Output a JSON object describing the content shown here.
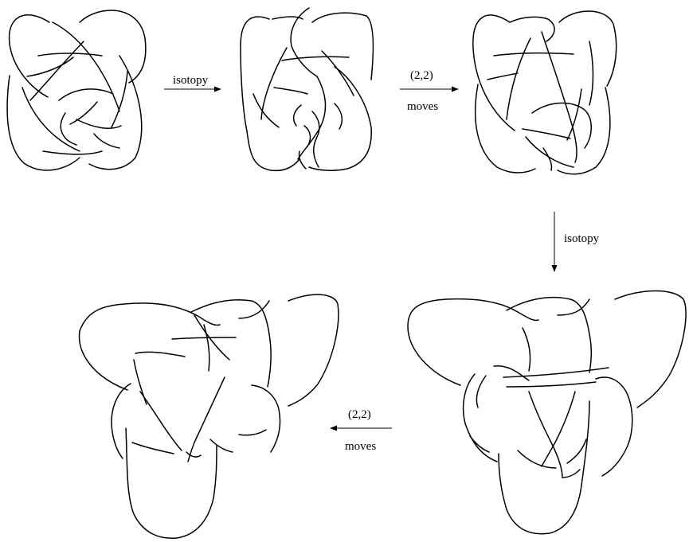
{
  "steps": [
    {
      "id": "step-1",
      "label_lines": [
        "isotopy"
      ]
    },
    {
      "id": "step-2",
      "label_lines": [
        "(2,2)",
        "moves"
      ]
    },
    {
      "id": "step-3",
      "label_lines": [
        "isotopy"
      ]
    },
    {
      "id": "step-4",
      "label_lines": [
        "(2,2)",
        "moves"
      ]
    }
  ],
  "ink_color": "#000000",
  "background": "#ffffff"
}
